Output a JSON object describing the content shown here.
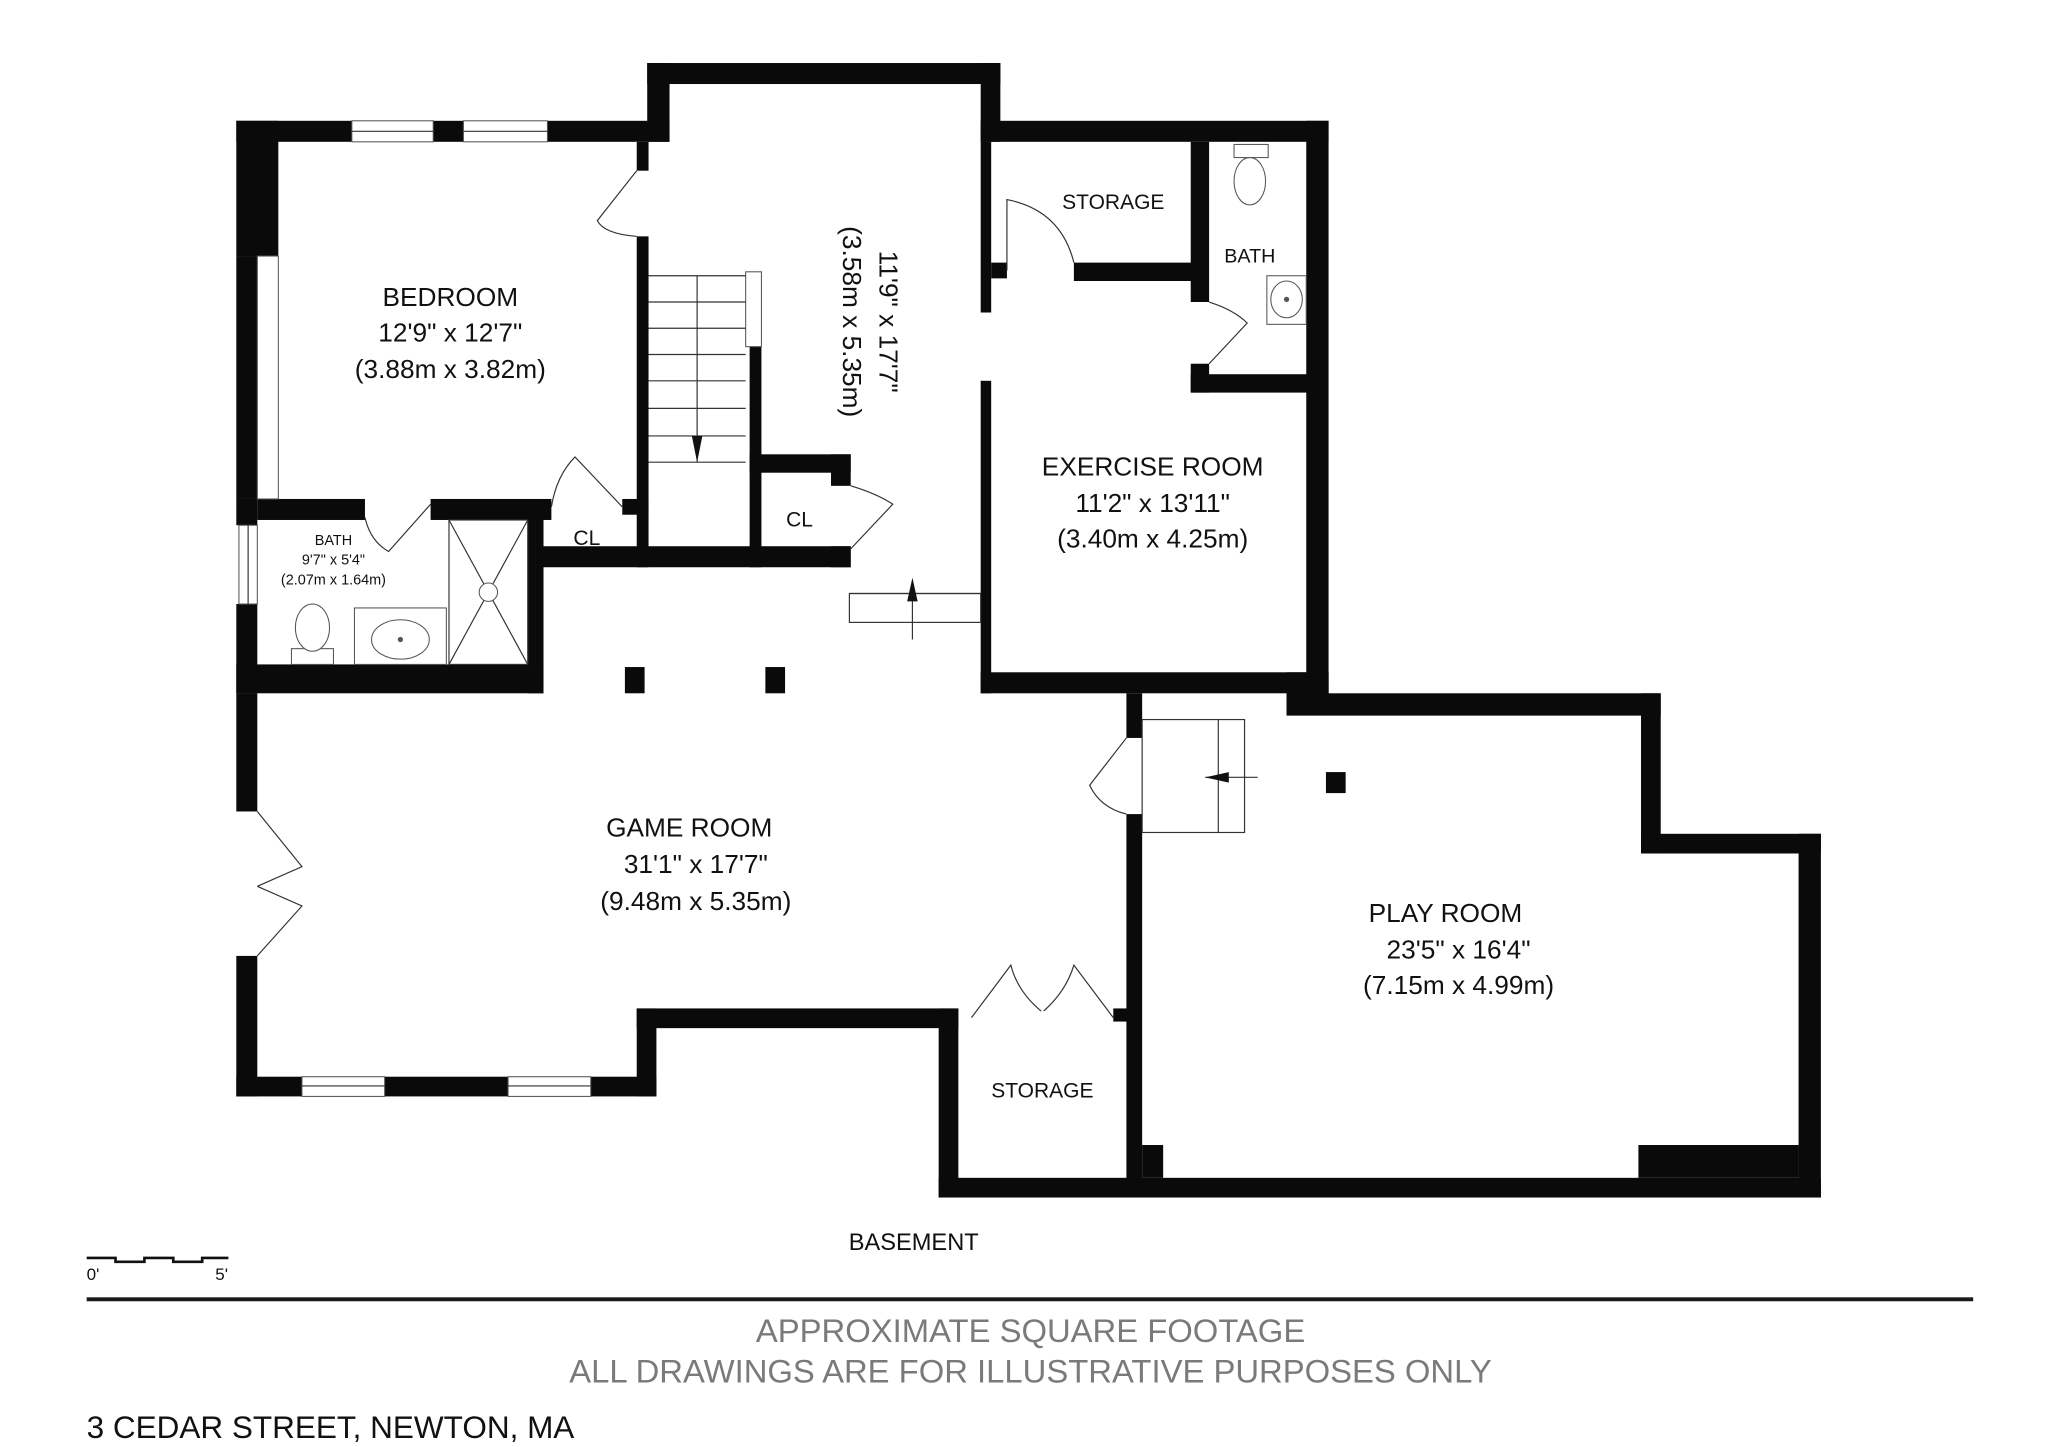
{
  "floor": {
    "title": "BASEMENT",
    "scale_bar": {
      "start_label": "0'",
      "end_label": "5'"
    }
  },
  "rooms": {
    "bedroom": {
      "name": "BEDROOM",
      "size_imperial": "12'9\" x 12'7\"",
      "size_metric": "(3.88m x 3.82m)"
    },
    "bath_1": {
      "name": "BATH",
      "size_imperial": "9'7\" x 5'4\"",
      "size_metric": "(2.07m x 1.64m)"
    },
    "closet_1": {
      "name": "CL"
    },
    "closet_2": {
      "name": "CL"
    },
    "hallway": {
      "size_imperial": "11'9\" x 17'7\"",
      "size_metric": "(3.58m x 5.35m)"
    },
    "storage_1": {
      "name": "STORAGE"
    },
    "bath_2": {
      "name": "BATH"
    },
    "exercise_room": {
      "name": "EXERCISE ROOM",
      "size_imperial": "11'2\" x 13'11\"",
      "size_metric": "(3.40m x 4.25m)"
    },
    "game_room": {
      "name": "GAME ROOM",
      "size_imperial": "31'1\" x 17'7\"",
      "size_metric": "(9.48m x 5.35m)"
    },
    "storage_2": {
      "name": "STORAGE"
    },
    "play_room": {
      "name": "PLAY ROOM",
      "size_imperial": "23'5\" x 16'4\"",
      "size_metric": "(7.15m x 4.99m)"
    }
  },
  "footer": {
    "disclaimer_line1": "APPROXIMATE SQUARE FOOTAGE",
    "disclaimer_line2": "ALL DRAWINGS ARE FOR ILLUSTRATIVE PURPOSES ONLY",
    "address": "3 CEDAR STREET, NEWTON, MA"
  },
  "colors": {
    "wall": "#0a0a0a",
    "text": "#111111",
    "disclaimer": "#7a7a7a",
    "background": "#ffffff"
  }
}
